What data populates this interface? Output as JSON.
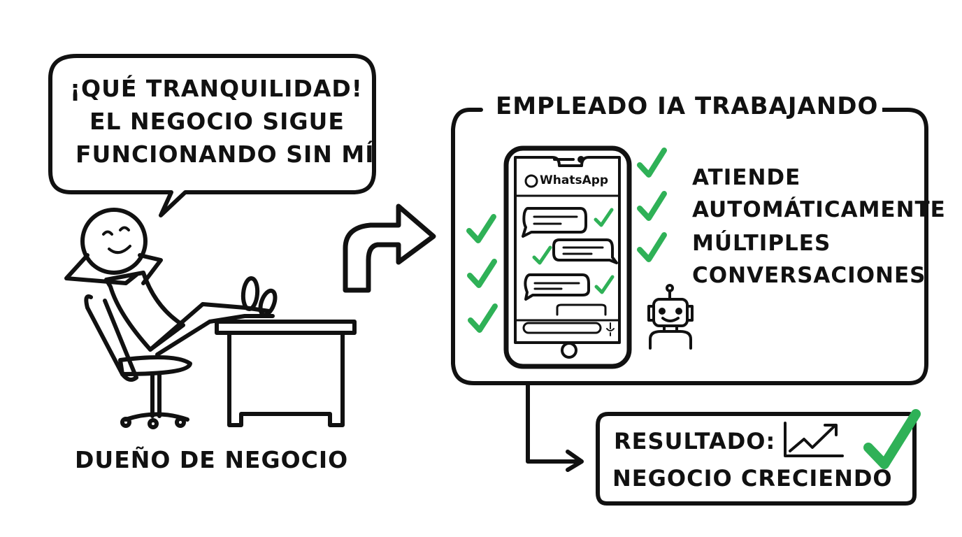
{
  "speech_bubble": {
    "lines": [
      "¡QUÉ TRANQUILIDAD!",
      "EL NEGOCIO SIGUE",
      "FUNCIONANDO SIN MÍ"
    ]
  },
  "owner": {
    "label": "DUEÑO DE NEGOCIO"
  },
  "ai_panel": {
    "title": "EMPLEADO IA TRABAJANDO",
    "phone_app_label": "WhatsApp",
    "features": [
      "ATIENDE",
      "AUTOMÁTICAMENTE",
      "MÚLTIPLES",
      "CONVERSACIONES"
    ]
  },
  "result": {
    "line1": "RESULTADO:",
    "line2": "NEGOCIO CRECIENDO"
  },
  "colors": {
    "ink": "#111111",
    "check_green": "#2fb157",
    "background": "#ffffff"
  },
  "icons": [
    "whatsapp-icon",
    "check-icon",
    "robot-icon",
    "growth-chart-icon",
    "curved-arrow-icon",
    "microphone-icon"
  ]
}
